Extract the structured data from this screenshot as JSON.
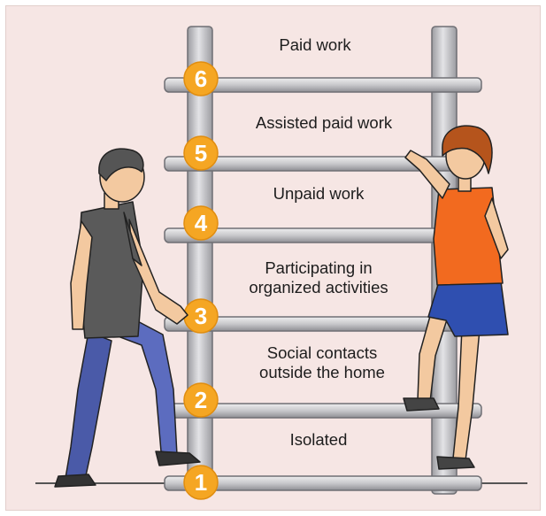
{
  "diagram": {
    "steps": [
      {
        "number": "6",
        "label": "Paid work"
      },
      {
        "number": "5",
        "label": "Assisted paid work"
      },
      {
        "number": "4",
        "label": "Unpaid work"
      },
      {
        "number": "3",
        "label": "Participating in\norganized activities"
      },
      {
        "number": "2",
        "label": "Social contacts\noutside the home"
      },
      {
        "number": "1",
        "label": "Isolated"
      }
    ]
  },
  "colors": {
    "background": "#f6e6e4",
    "ladder": "#c9c9cc",
    "ladder_outline": "#6f6f74",
    "badge": "#f5a623",
    "badge_text": "#ffffff"
  },
  "illustrations": [
    "man-figure",
    "woman-figure"
  ]
}
